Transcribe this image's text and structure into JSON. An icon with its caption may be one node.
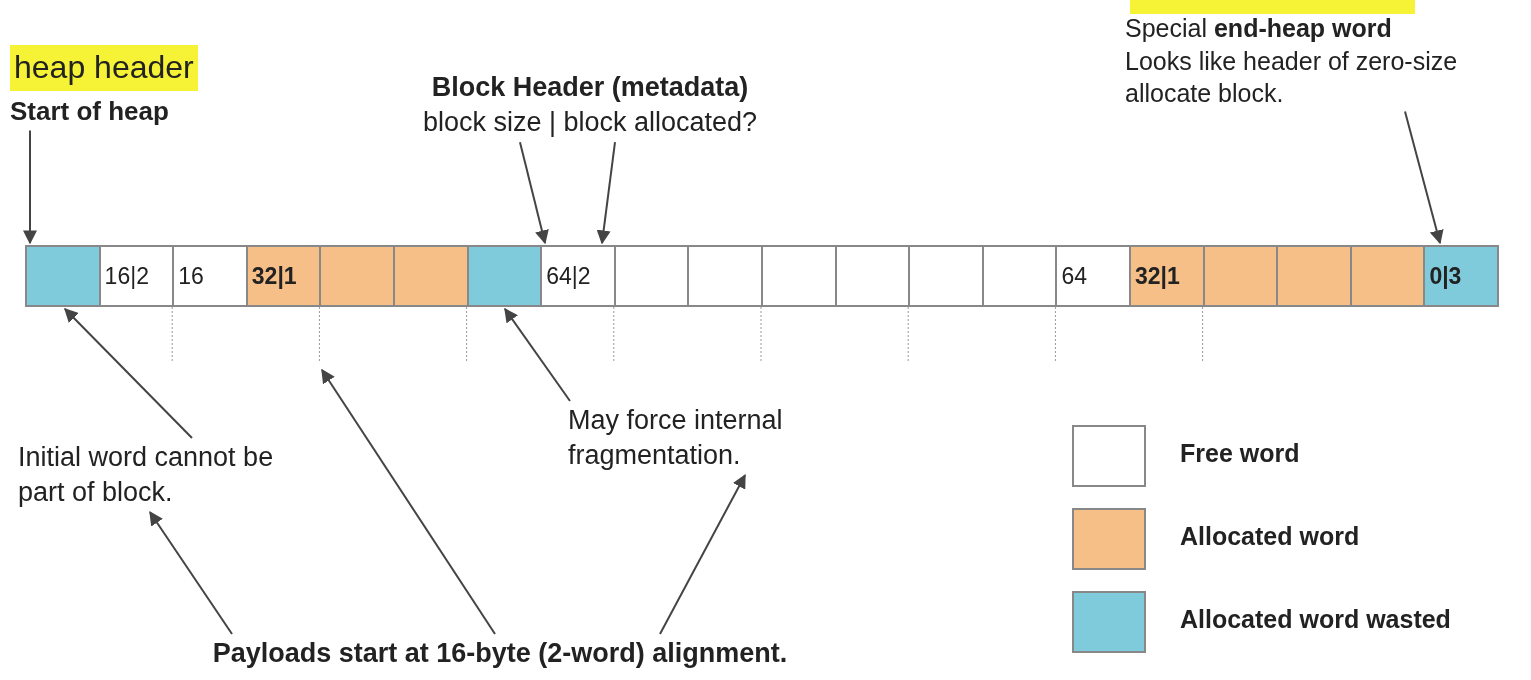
{
  "diagram": {
    "nodes": [
      {
        "text": [
          "heap header",
          "Start of heap"
        ]
      },
      {
        "text": [
          "Block Header (metadata)",
          "block size | block allocated?"
        ]
      },
      {
        "text": [
          "Special **end-heap word** Looks like header of zero-size allocate block."
        ]
      },
      {
        "text": [],
        "shape": "box"
      },
      {
        "text": [
          "16|2"
        ]
      },
      {
        "text": [
          "16"
        ]
      },
      {
        "text": [
          "32|1"
        ]
      },
      {
        "text": [],
        "shape": "box"
      },
      {
        "text": [],
        "shape": "box"
      },
      {
        "text": [],
        "shape": "box"
      },
      {
        "text": [
          "64|2"
        ]
      },
      {
        "text": [],
        "shape": "box"
      },
      {
        "text": [],
        "shape": "box"
      },
      {
        "text": [],
        "shape": "box"
      },
      {
        "text": [],
        "shape": "box"
      },
      {
        "text": [],
        "shape": "box"
      },
      {
        "text": [],
        "shape": "box"
      },
      {
        "text": [
          "64"
        ]
      },
      {
        "text": [
          "32|1"
        ]
      },
      {
        "text": [],
        "shape": "box"
      },
      {
        "text": [],
        "shape": "box"
      },
      {
        "text": [],
        "shape": "box"
      },
      {
        "text": [
          "0|3"
        ]
      },
      {
        "text": [
          "Initial word cannot be part of block."
        ]
      },
      {
        "text": [
          "May force internal fragmentation."
        ]
      },
      {
        "text": [
          "Payloads start at 16-byte (2-word) alignment."
        ]
      }
    ],
    "edges": [
      {
        "from": 0,
        "to": 3,
        "arrow": "to"
      },
      {
        "from": 1,
        "to": 10,
        "arrow": "to"
      },
      {
        "from": 1,
        "to": 10,
        "arrow": "to"
      },
      {
        "from": 2,
        "to": 22,
        "arrow": "to"
      },
      {
        "from": 23,
        "to": 3,
        "arrow": "to"
      },
      {
        "from": 24,
        "to": 9,
        "arrow": "to"
      },
      {
        "from": 25,
        "to": 23,
        "arrow": "to"
      },
      {
        "from": 25,
        "to": null,
        "arrow": "to"
      },
      {
        "from": 25,
        "to": 24,
        "arrow": "to"
      }
    ],
    "legend": [
      {
        "text": "Free word",
        "color": "#ffffff"
      },
      {
        "text": "Allocated word",
        "color": "#f5bf87"
      },
      {
        "text": "Allocated word wasted",
        "color": "#7fcbdc"
      }
    ]
  }
}
